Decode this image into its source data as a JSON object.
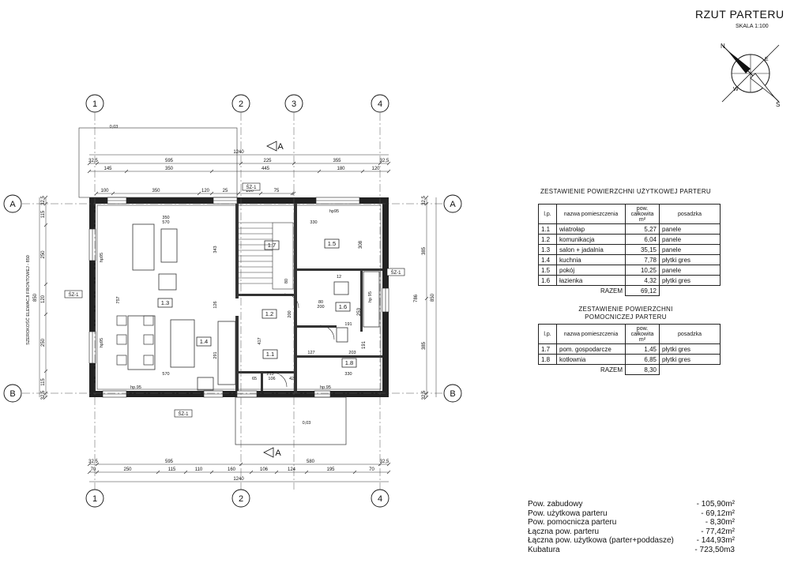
{
  "header": {
    "title": "RZUT  PARTERU",
    "scale": "SKALA 1:100"
  },
  "axes": {
    "cols": [
      "1",
      "2",
      "3",
      "4"
    ],
    "rows": [
      "A",
      "B"
    ]
  },
  "section": {
    "label": "A"
  },
  "compass": {
    "letters": [
      "N",
      "S",
      "E",
      "W"
    ]
  },
  "dims_top": {
    "total": "1240",
    "row1": [
      "32,5",
      "595",
      "225",
      "355",
      "32,5"
    ],
    "row2": [
      "145",
      "350",
      "445",
      "180",
      "120"
    ],
    "row3": [
      "100",
      "350",
      "120",
      "25",
      "180",
      "75"
    ]
  },
  "dims_bottom": {
    "total": "1240",
    "row1": [
      "32,5",
      "595",
      "580",
      "32,5"
    ],
    "row2": [
      "70",
      "250",
      "115",
      "110",
      "160",
      "106",
      "124",
      "195",
      "70"
    ]
  },
  "dims_left": {
    "total": "850",
    "segments": [
      "32,5",
      "115",
      "250",
      "120",
      "250",
      "115",
      "32,5"
    ],
    "side_label": "SZEROKOŚĆ ELEWACJI FRONTOWEJ - 850"
  },
  "dims_right": {
    "total": "850",
    "segments": [
      "32,5",
      "385",
      "385",
      "32,5"
    ],
    "inner": [
      "786",
      "308",
      "253",
      "191"
    ]
  },
  "rooms": [
    {
      "id": "1.1"
    },
    {
      "id": "1.2"
    },
    {
      "id": "1.3"
    },
    {
      "id": "1.4"
    },
    {
      "id": "1.5"
    },
    {
      "id": "1.6"
    },
    {
      "id": "1.7"
    },
    {
      "id": "1.8"
    }
  ],
  "plan_labels": {
    "sz": "ŚZ-1",
    "windows": [
      "hp95",
      "hp95",
      "hp95",
      "hp.95",
      "hp.95",
      "hp 95"
    ],
    "inner_dims": [
      "570",
      "350",
      "570",
      "330",
      "330",
      "203",
      "127",
      "213",
      "417",
      "757",
      "126",
      "291",
      "343",
      "200",
      "80",
      "80",
      "200",
      "12",
      "191",
      "65",
      "106",
      "42",
      "0,03",
      "0,03"
    ]
  },
  "table_usable": {
    "title": "ZESTAWIENIE  POWIERZCHNI  UŻYTKOWEJ PARTERU",
    "headers": [
      "l.p.",
      "nazwa pomieszczenia",
      "pow. całkowita m²",
      "posadzka"
    ],
    "rows": [
      [
        "1.1",
        "wiatrołap",
        "5,27",
        "panele"
      ],
      [
        "1.2",
        "komunikacja",
        "6,04",
        "panele"
      ],
      [
        "1.3",
        "salon + jadalnia",
        "35,15",
        "panele"
      ],
      [
        "1.4",
        "kuchnia",
        "7,78",
        "płytki gres"
      ],
      [
        "1.5",
        "pokój",
        "10,25",
        "panele"
      ],
      [
        "1.6",
        "łazienka",
        "4,32",
        "płytki gres"
      ]
    ],
    "total_label": "RAZEM",
    "total_value": "69,12"
  },
  "table_aux": {
    "title_line1": "ZESTAWIENIE  POWIERZCHNI",
    "title_line2": "POMOCNICZEJ PARTERU",
    "headers": [
      "l.p.",
      "nazwa pomieszczenia",
      "pow. całkowita m²",
      "posadzka"
    ],
    "rows": [
      [
        "1.7",
        "pom. gospodarcze",
        "1,45",
        "płytki gres"
      ],
      [
        "1.8",
        "kotłownia",
        "6,85",
        "płytki gres"
      ]
    ],
    "total_label": "RAZEM",
    "total_value": "8,30"
  },
  "summary": [
    {
      "label": "Pow. zabudowy",
      "value": "- 105,90m²"
    },
    {
      "label": "Pow. użytkowa parteru",
      "value": "- 69,12m²"
    },
    {
      "label": "Pow. pomocnicza parteru",
      "value": "- 8,30m²"
    },
    {
      "label": "Łączna pow. parteru",
      "value": "- 77,42m²"
    },
    {
      "label": "Łączna pow. użytkowa (parter+poddasze)",
      "value": "- 144,93m²"
    },
    {
      "label": "Kubatura",
      "value": "- 723,50m3"
    }
  ]
}
